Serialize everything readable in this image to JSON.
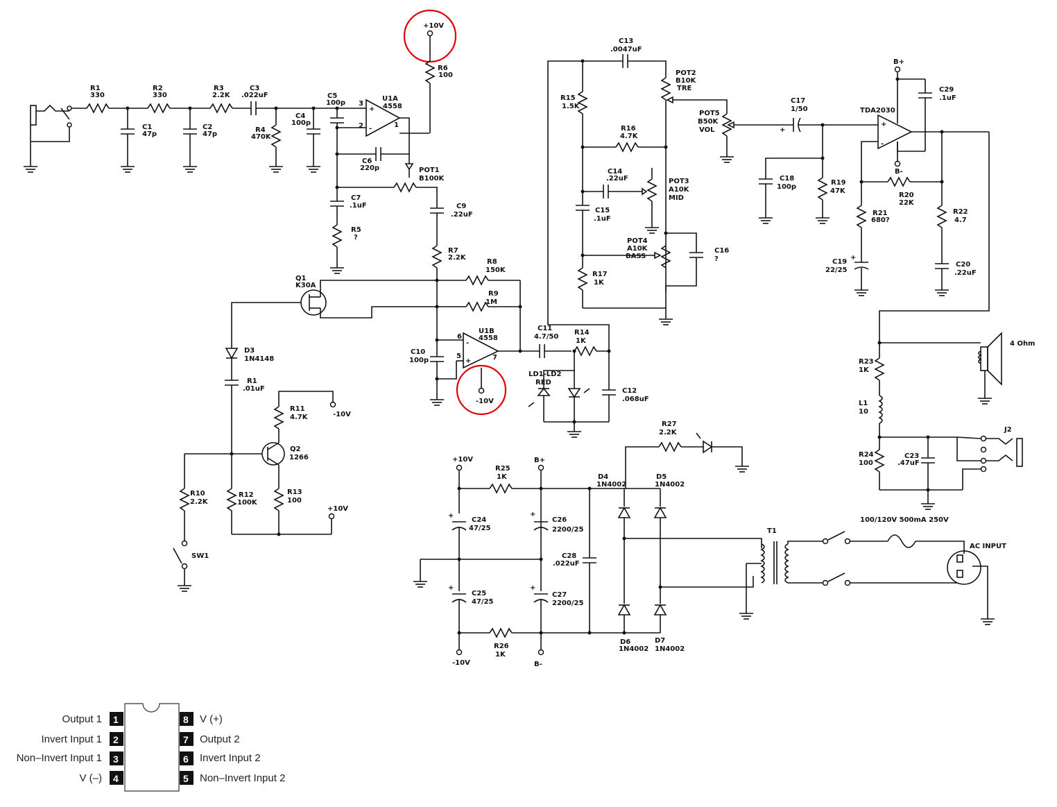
{
  "components": {
    "r1": [
      "R1",
      "330"
    ],
    "r2": [
      "R2",
      "330"
    ],
    "r3": [
      "R3",
      "2.2K"
    ],
    "c3": [
      "C3",
      ".022uF"
    ],
    "c1": [
      "C1",
      "47p"
    ],
    "c2": [
      "C2",
      "47p"
    ],
    "r4": [
      "R4",
      "470K"
    ],
    "c4": [
      "C4",
      "100p"
    ],
    "c5": [
      "C5",
      "100p"
    ],
    "u1a": [
      "U1A",
      "4558"
    ],
    "r6": [
      "R6",
      "100"
    ],
    "c6": [
      "C6",
      "220p"
    ],
    "pot1": [
      "POT1",
      "B100K"
    ],
    "c7": [
      "C7",
      ".1uF"
    ],
    "r5": [
      "R5",
      "?"
    ],
    "c9": [
      "C9",
      ".22uF"
    ],
    "r7": [
      "R7",
      "2.2K"
    ],
    "r8": [
      "R8",
      "150K"
    ],
    "r9": [
      "R9",
      "1M"
    ],
    "q1": [
      "Q1",
      "K30A"
    ],
    "u1b": [
      "U1B",
      "4558"
    ],
    "c10": [
      "C10",
      "100p"
    ],
    "c11": [
      "C11",
      "4.7/50"
    ],
    "r14": [
      "R14",
      "1K"
    ],
    "led": [
      "LD1-LD2",
      "RED"
    ],
    "c12": [
      "C12",
      ".068uF"
    ],
    "d3": [
      "D3",
      "1N4148"
    ],
    "c_r1": [
      "R1",
      ".01uF"
    ],
    "r11": [
      "R11",
      "4.7K"
    ],
    "q2": [
      "Q2",
      "1266"
    ],
    "r10": [
      "R10",
      "2.2K"
    ],
    "r12": [
      "R12",
      "100K"
    ],
    "r13": [
      "R13",
      "100"
    ],
    "sw1": [
      "SW1",
      ""
    ],
    "c13": [
      "C13",
      ".0047uF"
    ],
    "r15": [
      "R15",
      "1.5K"
    ],
    "pot2": [
      "POT2",
      "B10K",
      "TRE"
    ],
    "r16": [
      "R16",
      "4.7K"
    ],
    "c14": [
      "C14",
      ".22uF"
    ],
    "pot3": [
      "POT3",
      "A10K",
      "MID"
    ],
    "c15": [
      "C15",
      ".1uF"
    ],
    "pot4": [
      "POT4",
      "A10K",
      "BASS"
    ],
    "c16": [
      "C16",
      "?"
    ],
    "r17": [
      "R17",
      "1K"
    ],
    "pot5": [
      "POT5",
      "B50K",
      "VOL"
    ],
    "c17": [
      "C17",
      "1/50"
    ],
    "c18": [
      "C18",
      "100p"
    ],
    "r19": [
      "R19",
      "47K"
    ],
    "tda": [
      "TDA2030",
      ""
    ],
    "c29": [
      "C29",
      ".1uF"
    ],
    "r20": [
      "R20",
      "22K"
    ],
    "r21": [
      "R21",
      "680?"
    ],
    "r22": [
      "R22",
      "4.7"
    ],
    "c19": [
      "C19",
      "22/25"
    ],
    "c20": [
      "C20",
      ".22uF"
    ],
    "r23": [
      "R23",
      "1K"
    ],
    "l1": [
      "L1",
      "10"
    ],
    "r24": [
      "R24",
      "100"
    ],
    "c23": [
      "C23",
      ".47uF"
    ],
    "j2": [
      "J2",
      ""
    ],
    "spk": [
      "4 Ohm",
      ""
    ],
    "r25": [
      "R25",
      "1K"
    ],
    "c24": [
      "C24",
      "47/25"
    ],
    "c26": [
      "C26",
      "2200/25"
    ],
    "c28": [
      "C28",
      ".022uF"
    ],
    "c25": [
      "C25",
      "47/25"
    ],
    "c27": [
      "C27",
      "2200/25"
    ],
    "r26": [
      "R26",
      "1K"
    ],
    "r27": [
      "R27",
      "2.2K"
    ],
    "d4": [
      "D4",
      "1N4002"
    ],
    "d5": [
      "D5",
      "1N4002"
    ],
    "d6": [
      "D6",
      "1N4002"
    ],
    "d7": [
      "D7",
      "1N4002"
    ],
    "t1": [
      "T1",
      ""
    ],
    "fuse": [
      "100/120V 500mA 250V",
      ""
    ],
    "ac": [
      "AC INPUT",
      ""
    ]
  },
  "rails": {
    "p10v": "+10V",
    "m10v": "-10V",
    "bplus": "B+",
    "bminus": "B-"
  },
  "pins": {
    "p3": "3",
    "p2": "2",
    "p1": "1",
    "p6": "6",
    "p5": "5",
    "p7": "7",
    "plus": "+"
  },
  "ic_pinout": {
    "left": [
      {
        "num": "1",
        "label": "Output 1"
      },
      {
        "num": "2",
        "label": "Invert Input 1"
      },
      {
        "num": "3",
        "label": "Non–Invert Input 1"
      },
      {
        "num": "4",
        "label": "V (–)"
      }
    ],
    "right": [
      {
        "num": "8",
        "label": "V (+)"
      },
      {
        "num": "7",
        "label": "Output 2"
      },
      {
        "num": "6",
        "label": "Invert Input 2"
      },
      {
        "num": "5",
        "label": "Non–Invert Input 2"
      }
    ]
  }
}
